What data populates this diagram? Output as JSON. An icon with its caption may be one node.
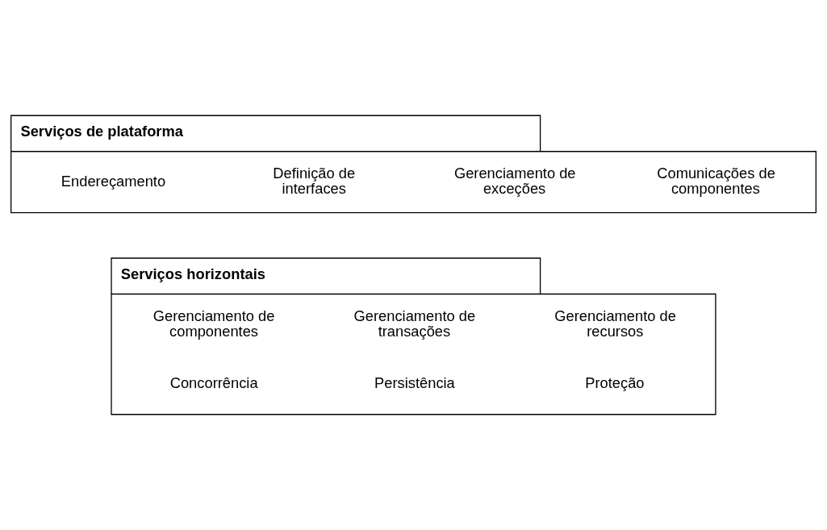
{
  "diagram": {
    "nodes": [
      {
        "text": [
          "Serviços horizontais",
          "Gerenciamento de componentes",
          "Gerenciamento de transações",
          "Gerenciamento de recursos",
          "Concorrência",
          "Persistência",
          "Proteção"
        ]
      },
      {
        "text": [
          "Serviços de plataforma",
          "Endereçamento",
          "Definição de interfaces",
          "Gerenciamento de exceções",
          "Comunicações de componentes"
        ]
      }
    ],
    "edges": []
  }
}
